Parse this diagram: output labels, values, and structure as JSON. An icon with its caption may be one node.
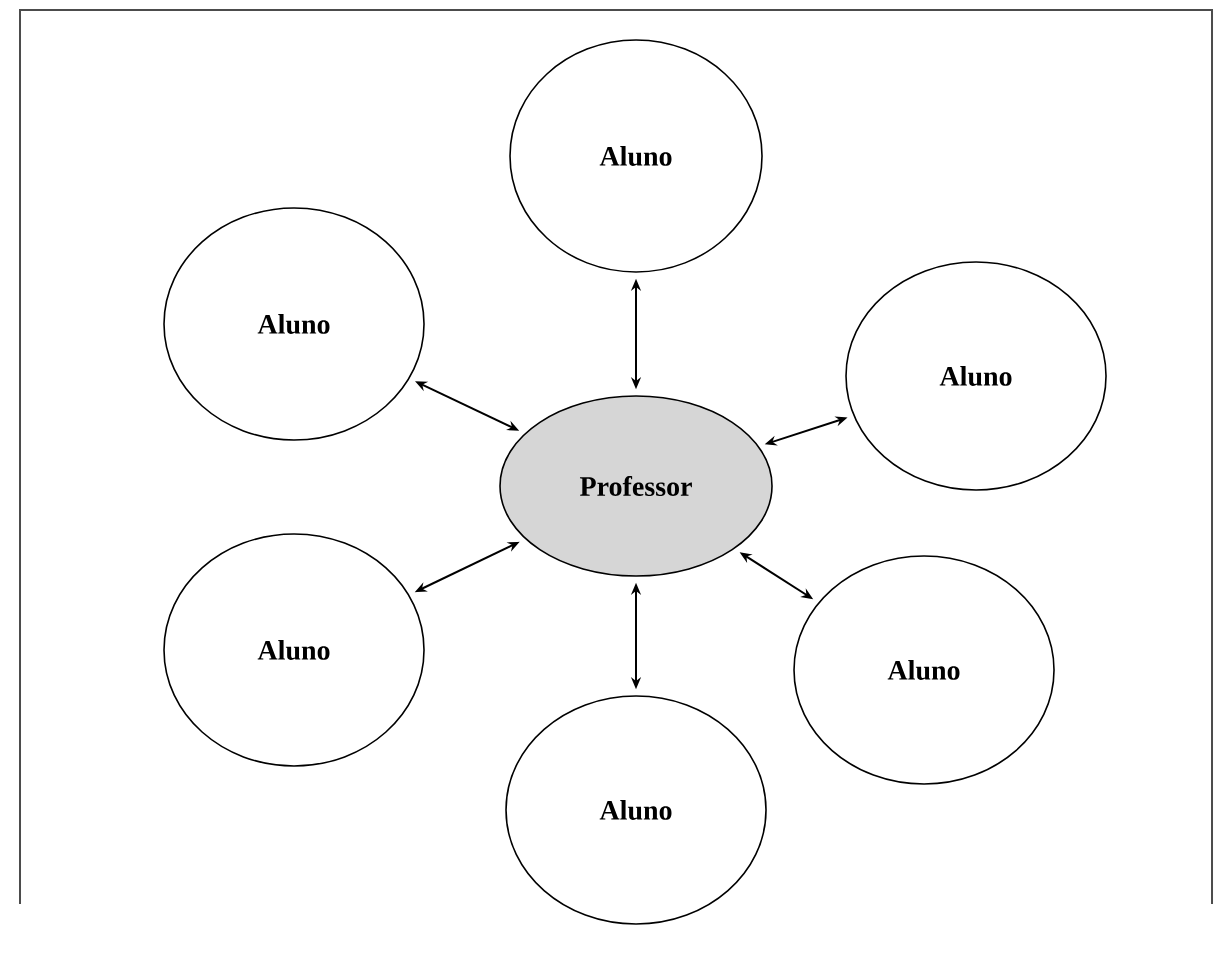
{
  "diagram": {
    "nodes": [
      {
        "text": [
          "Aluno"
        ]
      },
      {
        "text": [
          "Aluno"
        ]
      },
      {
        "text": [
          "Aluno"
        ]
      },
      {
        "text": [
          "Professor"
        ]
      },
      {
        "text": [
          "Aluno"
        ]
      },
      {
        "text": [
          "Aluno"
        ]
      },
      {
        "text": [
          "Aluno"
        ]
      }
    ],
    "edges": [
      {
        "from": 3,
        "to": 0,
        "arrow": "both"
      },
      {
        "from": 3,
        "to": 1,
        "arrow": "both"
      },
      {
        "from": 3,
        "to": 2,
        "arrow": "both"
      },
      {
        "from": 3,
        "to": 4,
        "arrow": "both"
      },
      {
        "from": 3,
        "to": 5,
        "arrow": "both"
      },
      {
        "from": 3,
        "to": 6,
        "arrow": "both"
      }
    ]
  }
}
